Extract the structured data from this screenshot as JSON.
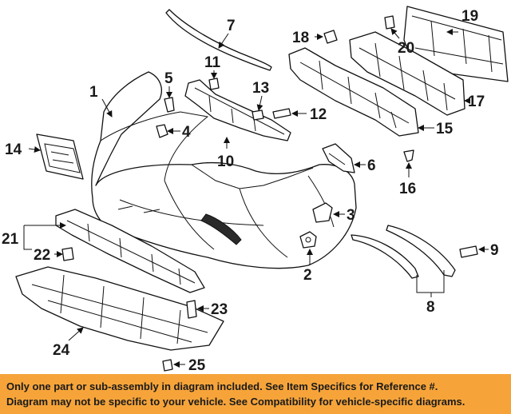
{
  "callouts": {
    "n1": "1",
    "n2": "2",
    "n3": "3",
    "n4": "4",
    "n5": "5",
    "n6": "6",
    "n7": "7",
    "n8": "8",
    "n9": "9",
    "n10": "10",
    "n11": "11",
    "n12": "12",
    "n13": "13",
    "n14": "14",
    "n15": "15",
    "n16": "16",
    "n17": "17",
    "n18": "18",
    "n19": "19",
    "n20": "20",
    "n21": "21",
    "n22": "22",
    "n23": "23",
    "n24": "24",
    "n25": "25"
  },
  "disclaimer": {
    "line1": "Only one part or sub-assembly in diagram included. See Item Specifics for Reference #.",
    "line2": "Diagram may not be specific to your vehicle. See Compatibility for vehicle-specific diagrams."
  },
  "colors": {
    "banner": "#f6a43a",
    "ink": "#111111",
    "background": "#ffffff"
  }
}
